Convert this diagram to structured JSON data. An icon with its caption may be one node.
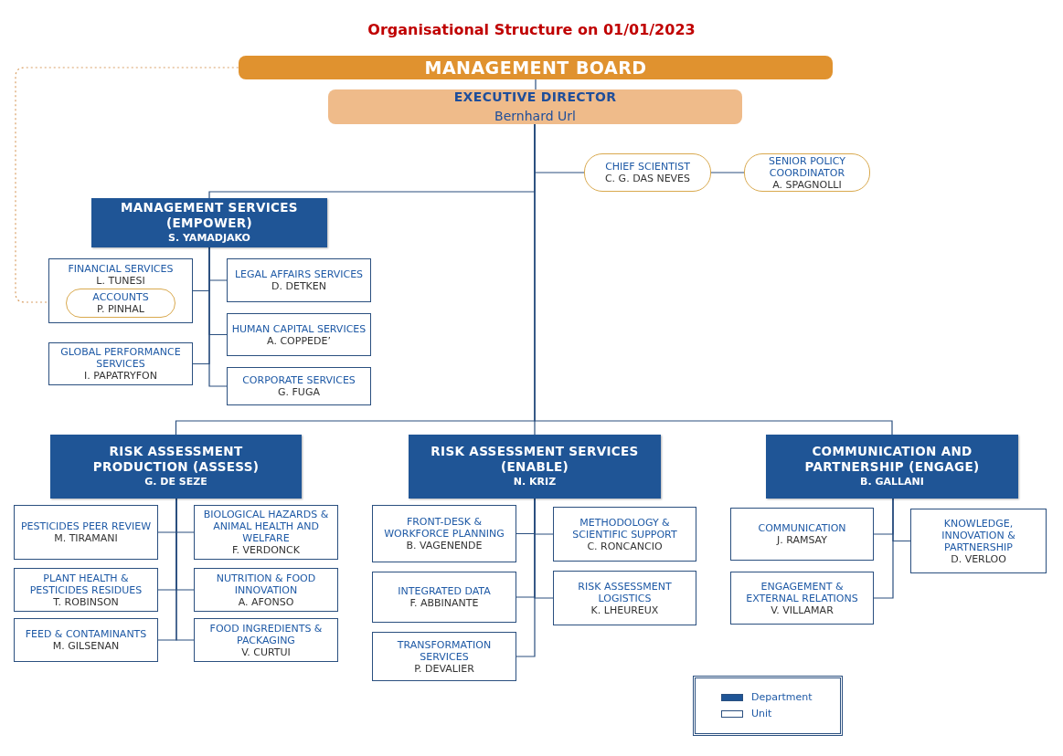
{
  "diagram": {
    "title": "Organisational Structure on 01/01/2023",
    "nodes": [
      {
        "text": [
          "MANAGEMENT BOARD"
        ]
      },
      {
        "text": [
          "EXECUTIVE DIRECTOR",
          "Bernhard Url"
        ]
      },
      {
        "text": [
          "CHIEF SCIENTIST",
          "C. G. DAS NEVES"
        ]
      },
      {
        "text": [
          "SENIOR POLICY COORDINATOR",
          "A. SPAGNOLLI"
        ]
      },
      {
        "text": [
          "MANAGEMENT SERVICES (EMPOWER)",
          "S. YAMADJAKO"
        ]
      },
      {
        "text": [
          "FINANCIAL SERVICES",
          "L. TUNESI"
        ]
      },
      {
        "text": [
          "ACCOUNTS",
          "P. PINHAL"
        ],
        "in": 5
      },
      {
        "text": [
          "LEGAL AFFAIRS SERVICES",
          "D. DETKEN"
        ]
      },
      {
        "text": [
          "HUMAN CAPITAL SERVICES",
          "A. COPPEDE’"
        ]
      },
      {
        "text": [
          "GLOBAL PERFORMANCE SERVICES",
          "I. PAPATRYFON"
        ]
      },
      {
        "text": [
          "CORPORATE SERVICES",
          "G. FUGA"
        ]
      },
      {
        "text": [
          "RISK ASSESSMENT PRODUCTION (ASSESS)",
          "G. DE SEZE"
        ]
      },
      {
        "text": [
          "PESTICIDES PEER REVIEW",
          "M. TIRAMANI"
        ]
      },
      {
        "text": [
          "BIOLOGICAL HAZARDS & ANIMAL HEALTH AND WELFARE",
          "F. VERDONCK"
        ]
      },
      {
        "text": [
          "PLANT HEALTH & PESTICIDES RESIDUES",
          "T. ROBINSON"
        ]
      },
      {
        "text": [
          "NUTRITION & FOOD INNOVATION",
          "A. AFONSO"
        ]
      },
      {
        "text": [
          "FEED & CONTAMINANTS",
          "M. GILSENAN"
        ]
      },
      {
        "text": [
          "FOOD INGREDIENTS & PACKAGING",
          "V. CURTUI"
        ]
      },
      {
        "text": [
          "RISK ASSESSMENT SERVICES (ENABLE)",
          "N. KRIZ"
        ]
      },
      {
        "text": [
          "FRONT-DESK & WORKFORCE PLANNING",
          "B. VAGENENDE"
        ]
      },
      {
        "text": [
          "METHODOLOGY & SCIENTIFIC SUPPORT",
          "C. RONCANCIO"
        ]
      },
      {
        "text": [
          "INTEGRATED DATA",
          "F. ABBINANTE"
        ]
      },
      {
        "text": [
          "RISK ASSESSMENT LOGISTICS",
          "K. LHEUREUX"
        ]
      },
      {
        "text": [
          "TRANSFORMATION SERVICES",
          "P. DEVALIER"
        ]
      },
      {
        "text": [
          "COMMUNICATION AND PARTNERSHIP (ENGAGE)",
          "B. GALLANI"
        ]
      },
      {
        "text": [
          "COMMUNICATION",
          "J. RAMSAY"
        ]
      },
      {
        "text": [
          "KNOWLEDGE, INNOVATION & PARTNERSHIP",
          "D. VERLOO"
        ]
      },
      {
        "text": [
          "ENGAGEMENT & EXTERNAL RELATIONS",
          "V. VILLAMAR"
        ]
      }
    ],
    "edges": [
      {
        "from": 0,
        "to": 1,
        "arrow": "none"
      },
      {
        "from": 1,
        "to": 2,
        "arrow": "none"
      },
      {
        "from": 2,
        "to": 3,
        "arrow": "none"
      },
      {
        "from": 1,
        "to": 4,
        "arrow": "none"
      },
      {
        "from": 4,
        "to": 5,
        "arrow": "none"
      },
      {
        "from": 4,
        "to": 7,
        "arrow": "none"
      },
      {
        "from": 4,
        "to": 8,
        "arrow": "none"
      },
      {
        "from": 4,
        "to": 9,
        "arrow": "none"
      },
      {
        "from": 4,
        "to": 10,
        "arrow": "none"
      },
      {
        "from": 6,
        "to": 0,
        "arrow": "none",
        "style": "dashed",
        "color": "#d9a066"
      },
      {
        "from": 1,
        "to": 11,
        "arrow": "none"
      },
      {
        "from": 1,
        "to": 18,
        "arrow": "none"
      },
      {
        "from": 1,
        "to": 24,
        "arrow": "none"
      },
      {
        "from": 11,
        "to": 12,
        "arrow": "none"
      },
      {
        "from": 11,
        "to": 13,
        "arrow": "none"
      },
      {
        "from": 11,
        "to": 14,
        "arrow": "none"
      },
      {
        "from": 11,
        "to": 15,
        "arrow": "none"
      },
      {
        "from": 11,
        "to": 16,
        "arrow": "none"
      },
      {
        "from": 11,
        "to": 17,
        "arrow": "none"
      },
      {
        "from": 18,
        "to": 19,
        "arrow": "none"
      },
      {
        "from": 18,
        "to": 20,
        "arrow": "none"
      },
      {
        "from": 18,
        "to": 21,
        "arrow": "none"
      },
      {
        "from": 18,
        "to": 22,
        "arrow": "none"
      },
      {
        "from": 18,
        "to": 23,
        "arrow": "none"
      },
      {
        "from": 24,
        "to": 25,
        "arrow": "none"
      },
      {
        "from": 24,
        "to": 26,
        "arrow": "none"
      },
      {
        "from": 24,
        "to": 27,
        "arrow": "none"
      }
    ],
    "legend": [
      {
        "text": "Department",
        "color": "#1f5596"
      },
      {
        "text": "Unit",
        "color": "#ffffff"
      }
    ]
  }
}
